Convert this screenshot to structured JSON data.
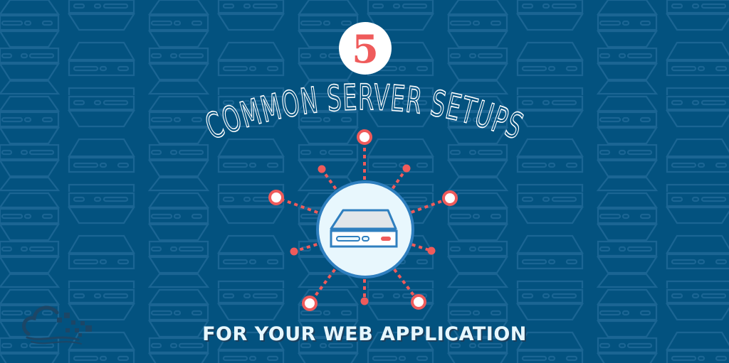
{
  "banner": {
    "number": "5",
    "title": "COMMON SERVER SETUPS",
    "subtitle": "FOR YOUR WEB APPLICATION",
    "logo": "cloud-pixels-logo",
    "icon": "server-icon"
  },
  "colors": {
    "background": "#03527f",
    "pattern_line": "#1b6593",
    "accent_red": "#ef5b5b",
    "circle_fill": "#e8f7fd",
    "server_outline": "#2f7fbf",
    "text": "#ffffff"
  }
}
